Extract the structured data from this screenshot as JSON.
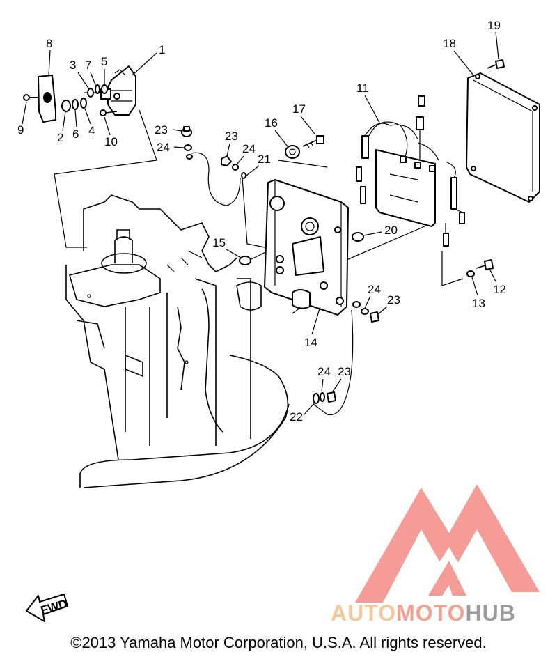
{
  "labels": {
    "l1": "1",
    "l2": "2",
    "l3": "3",
    "l4": "4",
    "l5": "5",
    "l6": "6",
    "l7": "7",
    "l8": "8",
    "l9": "9",
    "l10": "10",
    "l11": "11",
    "l12": "12",
    "l13": "13",
    "l14": "14",
    "l15": "15",
    "l16": "16",
    "l17": "17",
    "l18": "18",
    "l19": "19",
    "l20": "20",
    "l21": "21",
    "l22": "22",
    "l23a": "23",
    "l23b": "23",
    "l23c": "23",
    "l23d": "23",
    "l24a": "24",
    "l24b": "24",
    "l24c": "24",
    "l24d": "24"
  },
  "fwd": "FWD",
  "copyright": "©2013 Yamaha Motor Corporation, U.S.A. All rights reserved.",
  "watermark": {
    "part1": "AUTO",
    "part2": "MOTO",
    "part3": "HUB"
  },
  "colors": {
    "watermark_red": "#f28b82",
    "watermark_orange": "#f5c89a",
    "watermark_gray": "#9b9b9b"
  }
}
